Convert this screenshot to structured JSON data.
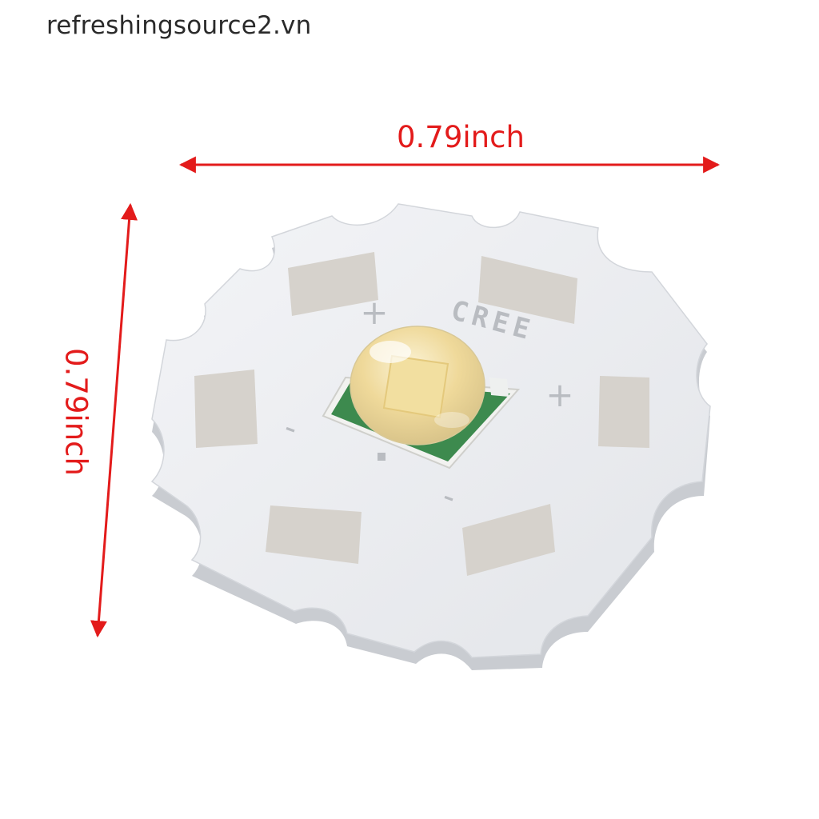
{
  "watermark": "refreshingsource2.vn",
  "dimensions": {
    "width_label": "0.79inch",
    "height_label": "0.79inch"
  },
  "board": {
    "silkscreen_brand": "CREE",
    "polarity_plus": "+",
    "polarity_minus": "-"
  },
  "colors": {
    "annotation_red": "#e31b1b",
    "board_white": "#eef0f3",
    "board_edge": "#c9ccd1",
    "pad_gray": "#d6d2cc",
    "led_substrate_green": "#3d8a4e",
    "phosphor_yellow": "#f2dfa0"
  }
}
